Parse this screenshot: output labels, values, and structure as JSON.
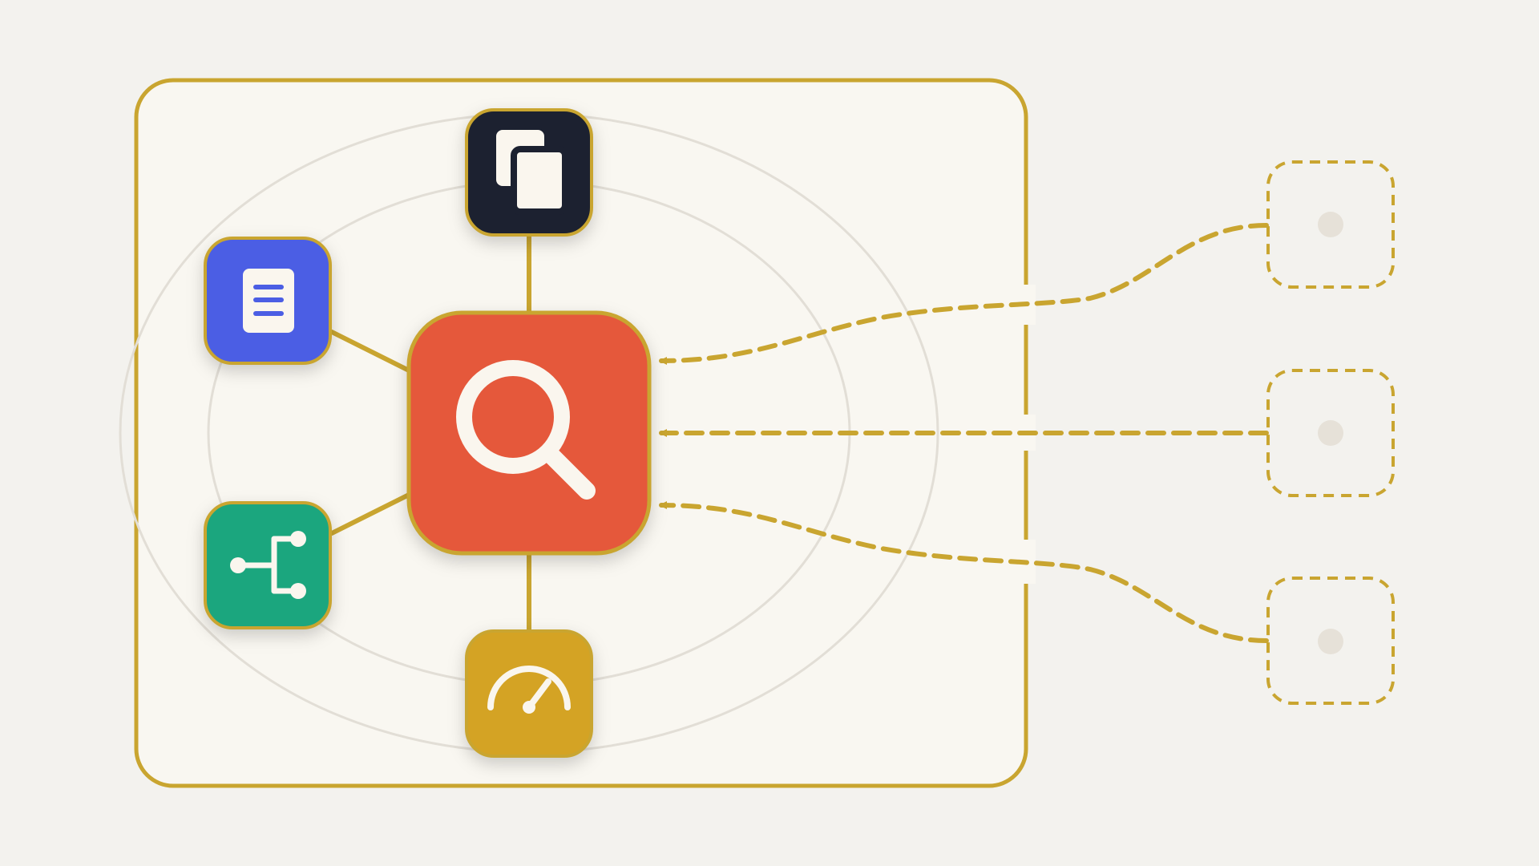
{
  "colors": {
    "background": "#f3f2ee",
    "panel_fill": "#f9f7f1",
    "accent_gold": "#c9a530",
    "orbit_ring": "#e2ded6",
    "hub_red": "#e5583b",
    "node_dark": "#1c2130",
    "node_blue": "#4b5ee4",
    "node_green": "#1ba67e",
    "node_gold": "#d4a324",
    "icon_light": "#faf6ee",
    "placeholder_dot": "#e6e1d8"
  },
  "hub": {
    "icon": "search-icon"
  },
  "satellites": [
    {
      "id": "top",
      "icon": "copy-icon",
      "color": "node_dark"
    },
    {
      "id": "upper-left",
      "icon": "document-icon",
      "color": "node_blue"
    },
    {
      "id": "lower-left",
      "icon": "branch-icon",
      "color": "node_green"
    },
    {
      "id": "bottom",
      "icon": "speedometer-icon",
      "color": "node_gold"
    }
  ],
  "external_inputs": [
    {
      "id": "input-1",
      "icon": "dot-icon",
      "style": "dashed"
    },
    {
      "id": "input-2",
      "icon": "dot-icon",
      "style": "dashed"
    },
    {
      "id": "input-3",
      "icon": "dot-icon",
      "style": "dashed"
    }
  ]
}
